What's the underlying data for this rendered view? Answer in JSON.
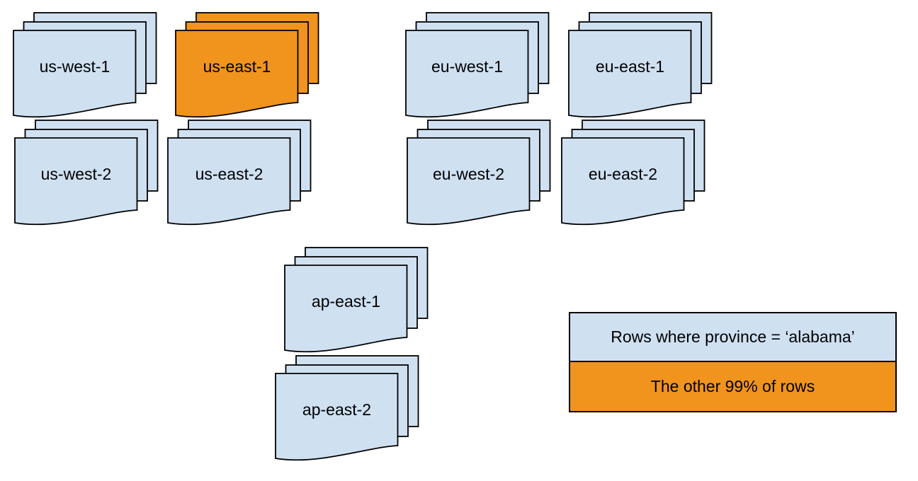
{
  "diagram": {
    "description": "Document stacks representing data partitions per cloud region",
    "pages_per_stack": 3,
    "regions": [
      {
        "id": "us-west-1",
        "label": "us-west-1",
        "highlighted": false
      },
      {
        "id": "us-east-1",
        "label": "us-east-1",
        "highlighted": true
      },
      {
        "id": "eu-west-1",
        "label": "eu-west-1",
        "highlighted": false
      },
      {
        "id": "eu-east-1",
        "label": "eu-east-1",
        "highlighted": false
      },
      {
        "id": "us-west-2",
        "label": "us-west-2",
        "highlighted": false
      },
      {
        "id": "us-east-2",
        "label": "us-east-2",
        "highlighted": false
      },
      {
        "id": "eu-west-2",
        "label": "eu-west-2",
        "highlighted": false
      },
      {
        "id": "eu-east-2",
        "label": "eu-east-2",
        "highlighted": false
      },
      {
        "id": "ap-east-1",
        "label": "ap-east-1",
        "highlighted": false
      },
      {
        "id": "ap-east-2",
        "label": "ap-east-2",
        "highlighted": false
      }
    ]
  },
  "legend": {
    "items": [
      {
        "label": "Rows where province = ‘alabama’",
        "color": "#CFE0F1",
        "role": "highlighted-subset"
      },
      {
        "label": "The other 99% of rows",
        "color": "#F0941E",
        "role": "other-rows"
      }
    ]
  },
  "colors": {
    "page_blue": "#CFE0F1",
    "page_orange": "#F0941E",
    "stroke": "#000000",
    "background": "#FFFFFF",
    "text": "#000000"
  }
}
